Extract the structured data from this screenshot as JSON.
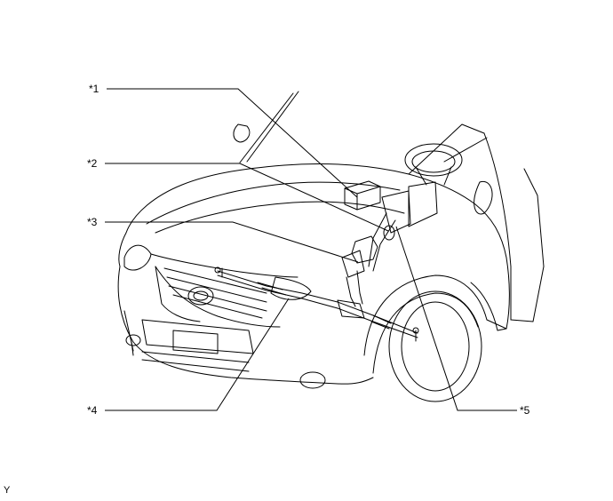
{
  "callouts": [
    {
      "id": "1",
      "label": "*1"
    },
    {
      "id": "2",
      "label": "*2"
    },
    {
      "id": "3",
      "label": "*3"
    },
    {
      "id": "4",
      "label": "*4"
    },
    {
      "id": "5",
      "label": "*5"
    }
  ],
  "corner_mark": "Y",
  "colors": {
    "line": "#000000",
    "background": "#ffffff"
  }
}
